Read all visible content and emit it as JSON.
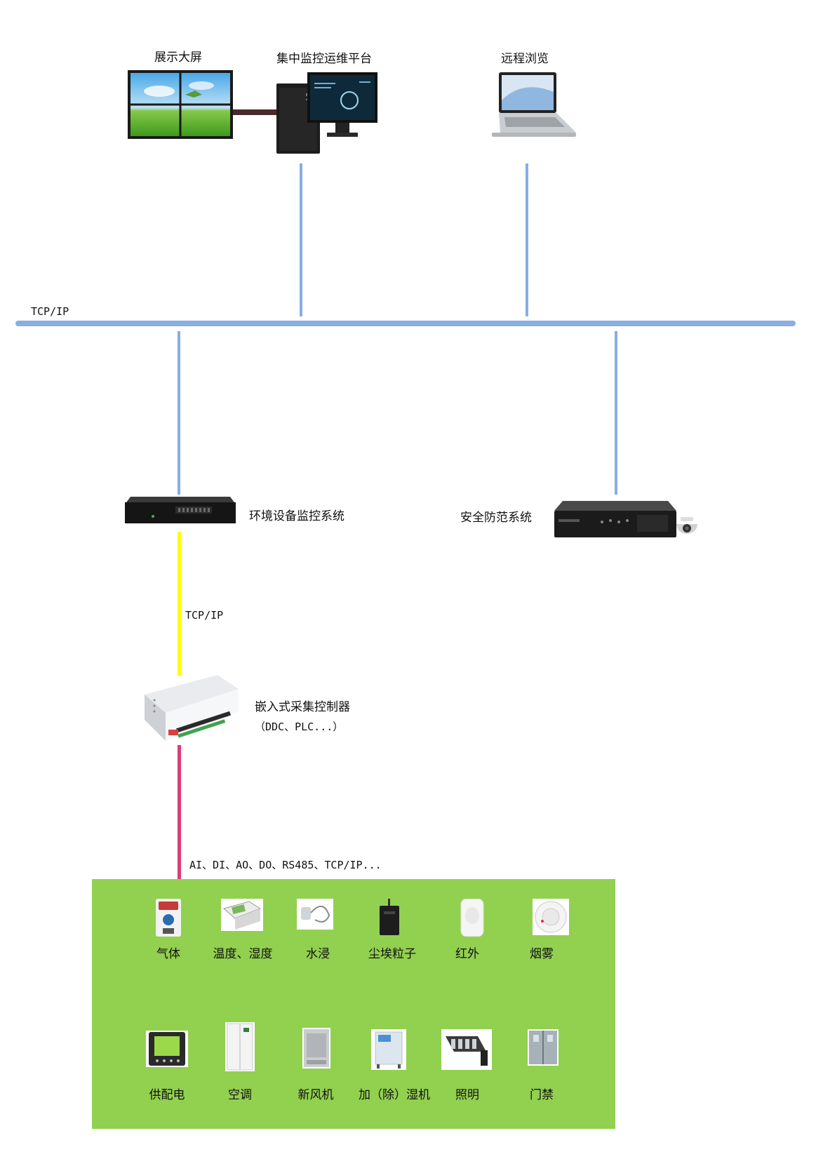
{
  "top": {
    "display_wall_label": "展示大屏",
    "central_platform_label": "集中监控运维平台",
    "remote_browse_label": "远程浏览"
  },
  "network": {
    "backbone_label": "TCP/IP"
  },
  "systems": {
    "env_monitor_label": "环境设备监控系统",
    "security_label": "安全防范系统",
    "link_label": "TCP/IP"
  },
  "controller": {
    "name": "嵌入式采集控制器",
    "subtitle": "（DDC、PLC...）",
    "io_label": "AI、DI、AO、DO、RS485、TCP/IP..."
  },
  "devices_row1": [
    {
      "label": "气体",
      "icon": "gas-detector-icon"
    },
    {
      "label": "温度、湿度",
      "icon": "thermo-hygrometer-icon"
    },
    {
      "label": "水浸",
      "icon": "water-leak-sensor-icon"
    },
    {
      "label": "尘埃粒子",
      "icon": "particle-counter-icon"
    },
    {
      "label": "红外",
      "icon": "infrared-detector-icon"
    },
    {
      "label": "烟雾",
      "icon": "smoke-detector-icon"
    }
  ],
  "devices_row2": [
    {
      "label": "供配电",
      "icon": "power-meter-icon"
    },
    {
      "label": "空调",
      "icon": "air-conditioner-icon"
    },
    {
      "label": "新风机",
      "icon": "fresh-air-unit-icon"
    },
    {
      "label": "加（除）湿机",
      "icon": "humidifier-icon"
    },
    {
      "label": "照明",
      "icon": "lighting-icon"
    },
    {
      "label": "门禁",
      "icon": "access-door-icon"
    }
  ],
  "colors": {
    "network_line": "#88aee2",
    "tcp_link": "#ffff00",
    "io_link": "#dc3c7c",
    "panel": "#92d050",
    "hdmi_cable": "#4a2a2a"
  }
}
